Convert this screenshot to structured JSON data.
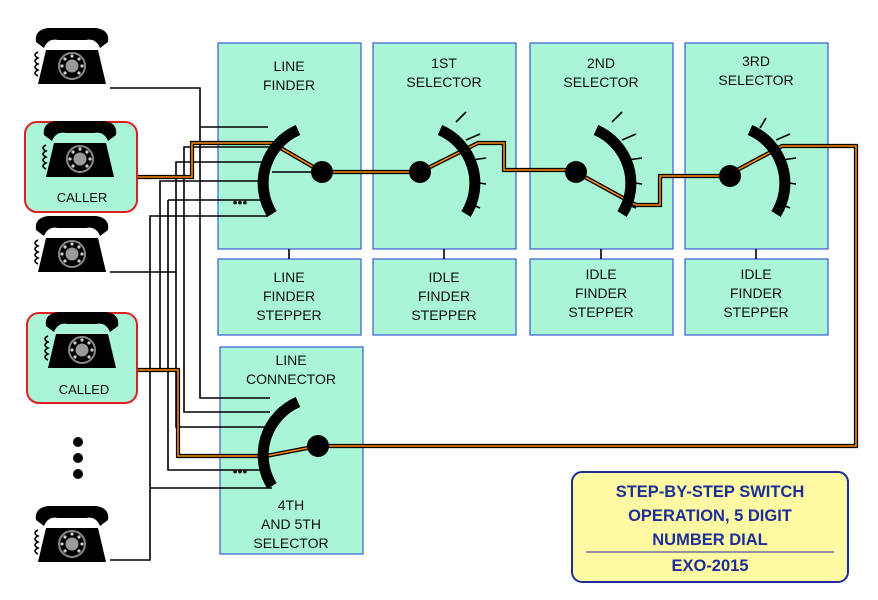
{
  "stages": {
    "line_finder": [
      "LINE",
      "FINDER"
    ],
    "first_selector": [
      "1ST",
      "SELECTOR"
    ],
    "second_selector": [
      "2ND",
      "SELECTOR"
    ],
    "third_selector": [
      "3RD",
      "SELECTOR"
    ],
    "line_connector": [
      "LINE",
      "CONNECTOR"
    ],
    "fourth_fifth_selector": [
      "4TH",
      "AND  5TH",
      "SELECTOR"
    ]
  },
  "steppers": {
    "line_finder_stepper": [
      "LINE",
      "FINDER",
      "STEPPER"
    ],
    "idle_finder_1": [
      "IDLE",
      "FINDER",
      "STEPPER"
    ],
    "idle_finder_2": [
      "IDLE",
      "FINDER",
      "STEPPER"
    ],
    "idle_finder_3": [
      "IDLE",
      "FINDER",
      "STEPPER"
    ]
  },
  "phones": {
    "caller_label": "CALLER",
    "called_label": "CALLED"
  },
  "ellipsis": "•••",
  "title": {
    "lines": [
      "STEP-BY-STEP  SWITCH",
      "OPERATION,  5  DIGIT",
      "NUMBER  DIAL",
      "EXO-2015"
    ]
  },
  "colors": {
    "box_fill": "#a9f5d6",
    "box_stroke": "#3b5bd6",
    "path_highlight": "#ff8a00",
    "title_fill": "#fff9a3",
    "title_text": "#1c2f99",
    "phone_frame": "#e02020"
  }
}
